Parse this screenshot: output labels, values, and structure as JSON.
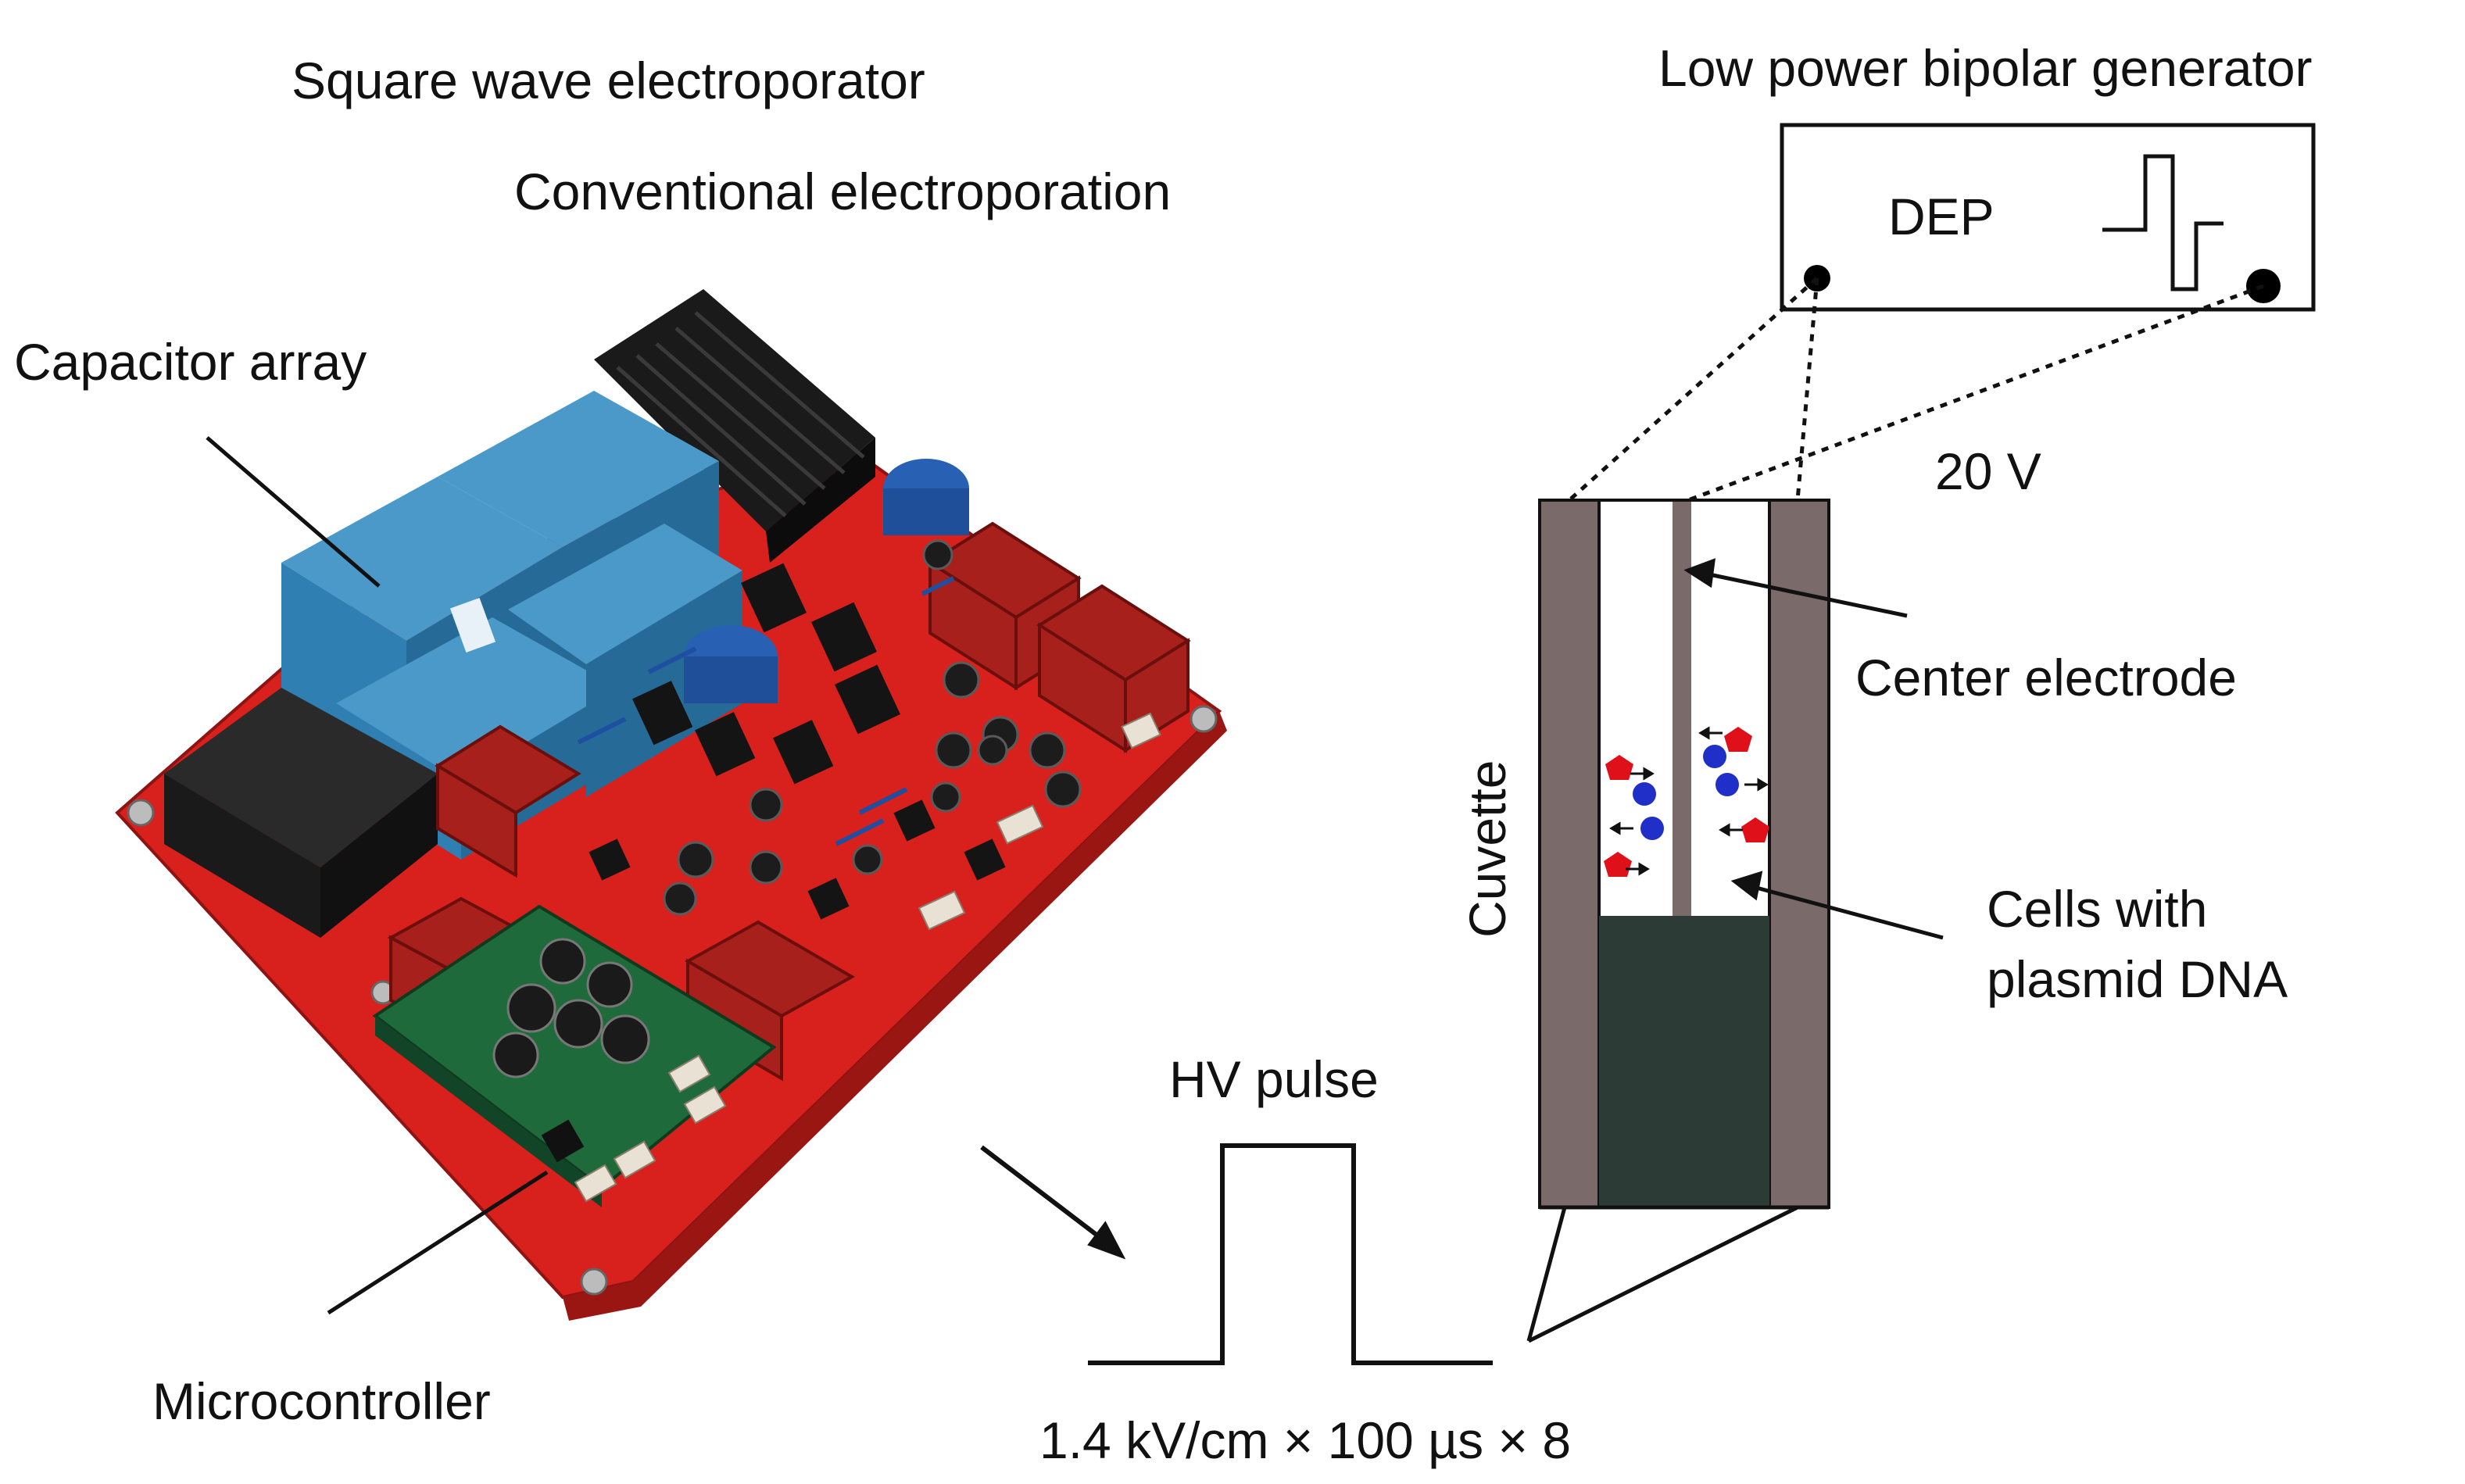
{
  "labels": {
    "square_wave": "Square wave electroporator",
    "conventional": "Conventional electroporation",
    "capacitor_array": "Capacitor array",
    "microcontroller": "Microcontroller",
    "low_power_generator": "Low power bipolar generator",
    "dep": "DEP",
    "voltage": "20 V",
    "center_electrode": "Center electrode",
    "cells_with": "Cells with",
    "plasmid_dna": "plasmid DNA",
    "cuvette": "Cuvette",
    "hv_pulse": "HV pulse",
    "pulse_params": "1.4 kV/cm × 100 µs × 8"
  },
  "colors": {
    "pcb_red": "#d8201c",
    "capacitor_blue": "#2f7fb2",
    "heatsink_black": "#1a1a1a",
    "transformer_red": "#a8201c",
    "mcu_green": "#1f6a3a",
    "electrode_gray": "#7b6a6a",
    "medium_dark": "#2d3b36",
    "cell_blue": "#1f2fc8",
    "cell_red": "#e0101a"
  }
}
